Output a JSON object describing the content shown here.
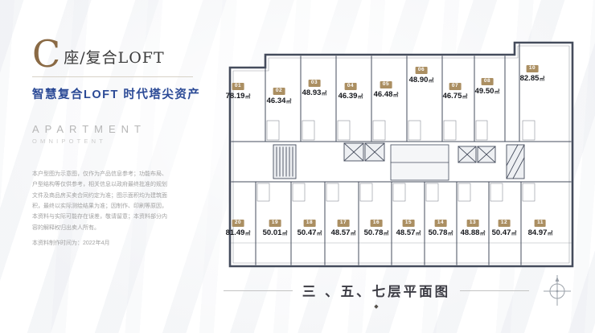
{
  "header": {
    "block_letter": "C",
    "block_suffix": "座/复合LOFT",
    "tagline": "智慧复合LOFT 时代塔尖资产",
    "brand": "APARTMENT",
    "brand_sub": "OMNIPOTENT"
  },
  "disclaimer": {
    "lines": [
      "本户型图为示意图，仅作为产品信息参考；功能布局、",
      "户型结构等仅供参考，相关信息以政府最终批准的规划",
      "文件及商品房买卖合同约定为准；图示面积均为建筑面",
      "积，最终以实际测绘结果为准；因制作、印刷等原因，",
      "本资料与实际可能存在误差，敬请留意；本资料部分内",
      "容的解释权归出卖人所有。"
    ],
    "date_line": "本资料制作时间为：2022年4月"
  },
  "floorplan": {
    "area_unit": "㎡",
    "top_units": [
      {
        "no": "01",
        "area": "78.19"
      },
      {
        "no": "02",
        "area": "46.34"
      },
      {
        "no": "03",
        "area": "48.93"
      },
      {
        "no": "04",
        "area": "46.39"
      },
      {
        "no": "05",
        "area": "46.48"
      },
      {
        "no": "06",
        "area": "48.90"
      },
      {
        "no": "07",
        "area": "46.75"
      },
      {
        "no": "08",
        "area": "49.50"
      },
      {
        "no": "10",
        "area": "82.85"
      }
    ],
    "bottom_units": [
      {
        "no": "20",
        "area": "81.49"
      },
      {
        "no": "19",
        "area": "50.01"
      },
      {
        "no": "18",
        "area": "50.47"
      },
      {
        "no": "17",
        "area": "48.57"
      },
      {
        "no": "16",
        "area": "50.78"
      },
      {
        "no": "15",
        "area": "48.57"
      },
      {
        "no": "14",
        "area": "50.78"
      },
      {
        "no": "13",
        "area": "48.88"
      },
      {
        "no": "12",
        "area": "50.47"
      },
      {
        "no": "11",
        "area": "84.97"
      }
    ]
  },
  "footer": {
    "caption": "三 、五、七层平面图"
  },
  "icons": {
    "diamond": "◆",
    "compass": "compass-rose"
  },
  "colors": {
    "accent_brown": "#8a6a45",
    "badge": "#ab8f62",
    "tagline_blue": "#2b4a96",
    "plan_line": "#454c5c"
  }
}
